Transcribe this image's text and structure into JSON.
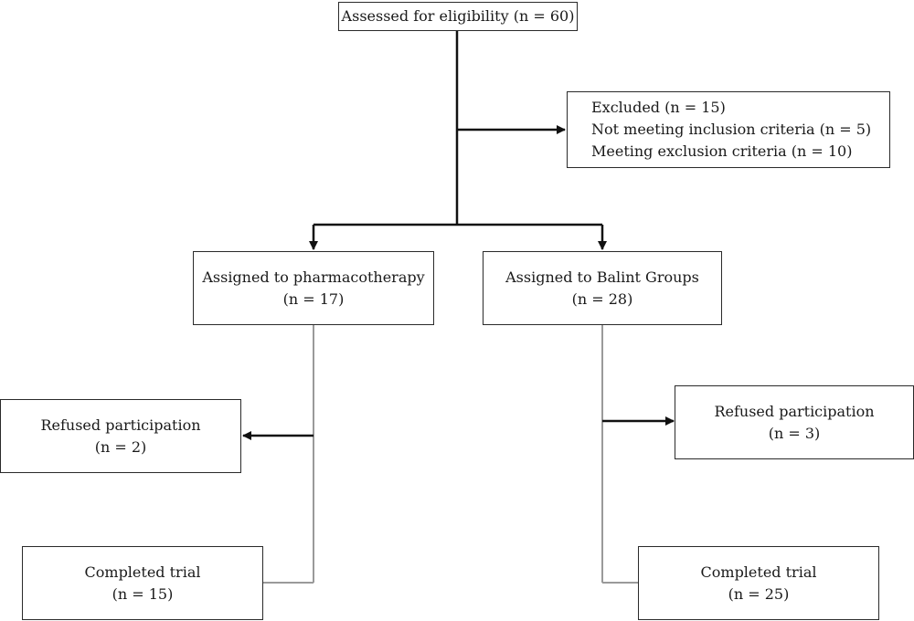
{
  "flowchart": {
    "assessed": {
      "text": "Assessed for eligibility (n = 60)"
    },
    "excluded": {
      "title": "Excluded (n = 15)",
      "reason1": "Not meeting inclusion criteria (n = 5)",
      "reason2": "Meeting exclusion criteria (n = 10)"
    },
    "pharmacotherapy": {
      "label": "Assigned to pharmacotherapy",
      "count": "(n = 17)"
    },
    "balint": {
      "label": "Assigned to Balint Groups",
      "count": "(n = 28)"
    },
    "pharm_refused": {
      "label": "Refused participation",
      "count": "(n = 2)"
    },
    "balint_refused": {
      "label": "Refused participation",
      "count": "(n = 3)"
    },
    "pharm_completed": {
      "label": "Completed trial",
      "count": "(n = 15)"
    },
    "balint_completed": {
      "label": "Completed trial",
      "count": "(n = 25)"
    }
  },
  "colors": {
    "box_border": "#2a2a2a",
    "main_line": "#111111",
    "branch_line": "#9a9a9a"
  }
}
